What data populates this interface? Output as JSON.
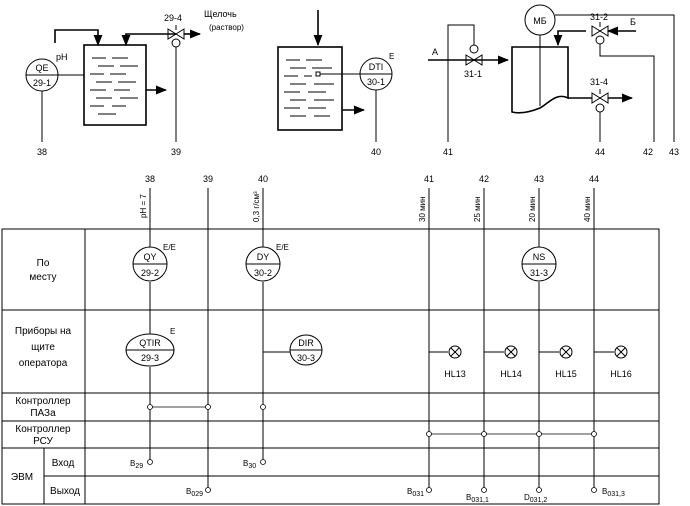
{
  "top": {
    "qe": {
      "tag": "QE",
      "num": "29-1",
      "pH_label": "pH"
    },
    "valve_294": {
      "label": "29-4"
    },
    "alkali": {
      "line1": "Щелочь",
      "line2": "(раствор)"
    },
    "dti": {
      "tag": "DTI",
      "num": "30-1",
      "mark": "E"
    },
    "mb": {
      "tag": "MБ"
    },
    "valve_311": {
      "label": "31-1"
    },
    "valve_312": {
      "label": "31-2"
    },
    "valve_314": {
      "label": "31-4"
    },
    "streamA": "A",
    "streamB": "Б",
    "line_numbers_top": {
      "n38": "38",
      "n39": "39",
      "n40": "40",
      "n41": "41",
      "n44": "44",
      "n42": "42",
      "n43": "43"
    }
  },
  "columns": {
    "headers": {
      "c38": "38",
      "c39": "39",
      "c40": "40",
      "c41": "41",
      "c42": "42",
      "c43": "43",
      "c44": "44"
    },
    "setpoints": {
      "c38": "pH = 7",
      "c40": "0,3 г/см³",
      "c41": "30 мин",
      "c42": "25 мин",
      "c43": "20 мин",
      "c44": "40 мин"
    }
  },
  "rows": {
    "local": {
      "label_line1": "По",
      "label_line2": "месту"
    },
    "panel": {
      "label_line1": "Приборы на",
      "label_line2": "щите",
      "label_line3": "оператора"
    },
    "paz": {
      "label_line1": "Контроллер",
      "label_line2": "ПАЗа"
    },
    "rsu": {
      "label_line1": "Контроллер",
      "label_line2": "РСУ"
    },
    "evm": {
      "label": "ЭВМ",
      "input": "Вход",
      "output": "Выход"
    }
  },
  "instruments": {
    "qy": {
      "tag": "QY",
      "num": "29-2",
      "mark": "E/E"
    },
    "dy": {
      "tag": "DY",
      "num": "30-2",
      "mark": "E/E"
    },
    "ns": {
      "tag": "NS",
      "num": "31-3"
    },
    "qtir": {
      "tag": "QTIR",
      "num": "29-3",
      "mark": "E"
    },
    "dir": {
      "tag": "DIR",
      "num": "30-3"
    }
  },
  "lamps": {
    "hl13": "HL13",
    "hl14": "HL14",
    "hl15": "HL15",
    "hl16": "HL16"
  },
  "signals": {
    "b29": {
      "main": "B",
      "sub": "29"
    },
    "b30": {
      "main": "B",
      "sub": "30"
    },
    "b029": {
      "main": "B",
      "sub": "029"
    },
    "b031": {
      "main": "B",
      "sub": "031"
    },
    "b0311": {
      "main": "B",
      "sub": "031,1"
    },
    "d0312": {
      "main": "D",
      "sub": "031,2"
    },
    "b0313": {
      "main": "B",
      "sub": "031,3"
    }
  }
}
